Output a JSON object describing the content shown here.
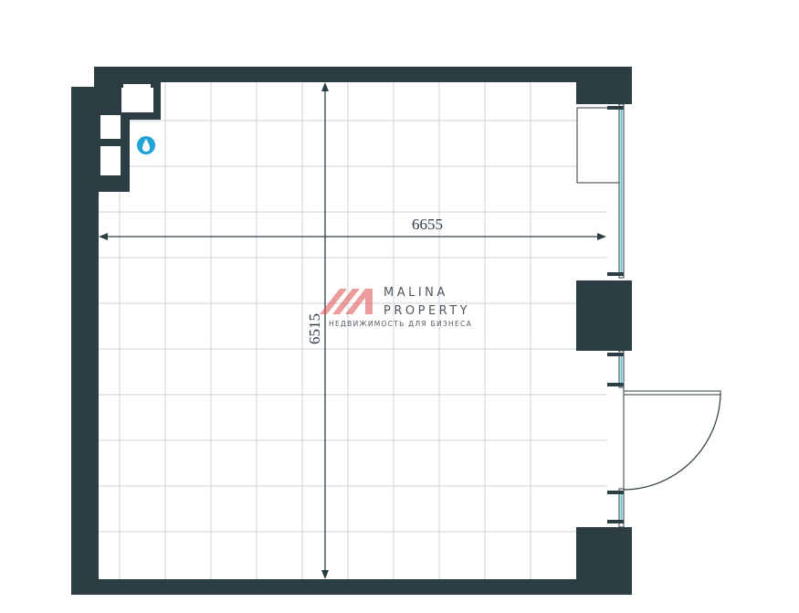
{
  "plan": {
    "width_label": "6655",
    "height_label": "6515",
    "water_icon": "water-drop-icon"
  },
  "watermark": {
    "title_line1": "MALINA",
    "title_line2": "PROPERTY",
    "subtitle": "НЕДВИЖИМОСТЬ ДЛЯ БИЗНЕСА"
  },
  "colors": {
    "wall": "#2c3d44",
    "grid": "#d7dcdf",
    "window": "#5fc7d6",
    "water": "#1fa3d8",
    "logo_red": "#e05a5a"
  }
}
